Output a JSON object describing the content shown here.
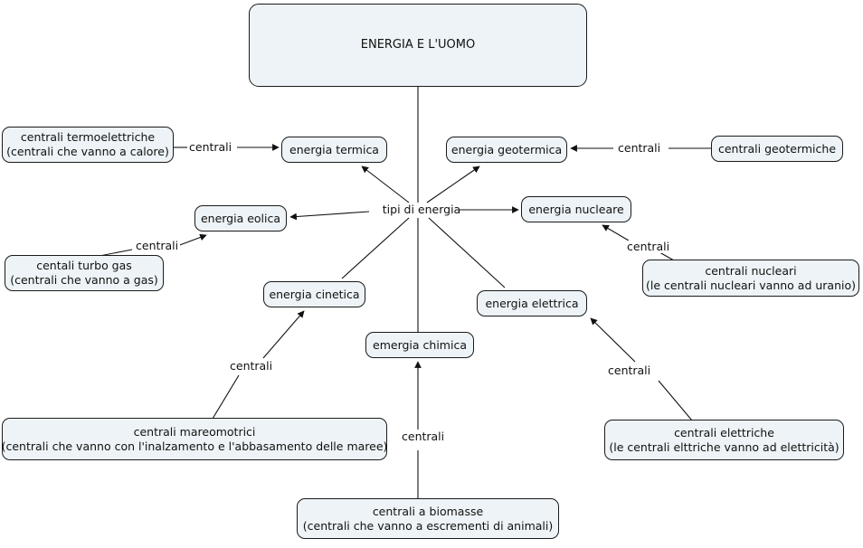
{
  "diagram": {
    "title": "ENERGIA E L'UOMO",
    "type": "concept-map",
    "background_color": "#ffffff",
    "node_fill_color": "#edf3f6",
    "node_border_color": "#1a1a1a",
    "text_color": "#111111"
  },
  "root": {
    "label": "ENERGIA E L'UOMO"
  },
  "hub": {
    "label": "tipi di energia"
  },
  "energy_types": [
    {
      "id": "termica",
      "label": "energia termica"
    },
    {
      "id": "geotermica",
      "label": "energia geotermica"
    },
    {
      "id": "eolica",
      "label": "energia eolica"
    },
    {
      "id": "nucleare",
      "label": "energia nucleare"
    },
    {
      "id": "cinetica",
      "label": "energia cinetica"
    },
    {
      "id": "elettrica",
      "label": "energia elettrica"
    },
    {
      "id": "chimica",
      "label": "emergia chimica"
    }
  ],
  "plants": [
    {
      "id": "termoelettriche",
      "line1": "centrali termoelettriche",
      "line2": "(centrali che vanno a calore)",
      "target": "energia termica"
    },
    {
      "id": "geotermiche",
      "line1": "centrali geotermiche",
      "line2": "",
      "target": "energia geotermica"
    },
    {
      "id": "turbo-gas",
      "line1": "centali turbo gas",
      "line2": "(centrali che vanno a gas)",
      "target": "energia eolica"
    },
    {
      "id": "nucleari",
      "line1": "centrali nucleari",
      "line2": "(le centrali nucleari vanno ad uranio)",
      "target": "energia nucleare"
    },
    {
      "id": "mareomotrici",
      "line1": "centrali mareomotrici",
      "line2": "(centrali che vanno con l'inalzamento e l'abbasamento delle maree)",
      "target": "energia cinetica"
    },
    {
      "id": "elettriche",
      "line1": "centrali elettriche",
      "line2": "(le centrali elttriche vanno ad elettricità)",
      "target": "energia elettrica"
    },
    {
      "id": "biomasse",
      "line1": "centrali a biomasse",
      "line2": "(centrali che vanno a escrementi di animali)",
      "target": "emergia chimica"
    }
  ],
  "edge_labels": {
    "termoelettriche": "centrali",
    "geotermiche": "centrali",
    "turbo_gas": "centrali",
    "nucleari": "centrali",
    "mareomotrici": "centrali",
    "elettriche": "centrali",
    "biomasse": "centrali"
  }
}
